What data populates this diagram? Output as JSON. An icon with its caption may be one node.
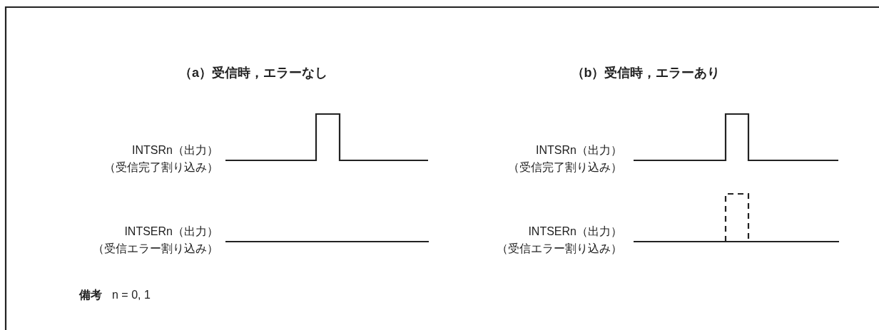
{
  "diagram": {
    "labels": [
      "（a）受信時，エラーなし",
      "（b）受信時，エラーあり",
      "INTSRn（出力）",
      "（受信完了割り込み）",
      "INTSRn（出力）",
      "（受信完了割り込み）",
      "INTSERn（出力）",
      "（受信エラー割り込み）",
      "INTSERn（出力）",
      "（受信エラー割り込み）",
      "備考",
      "n = 0, 1"
    ]
  }
}
